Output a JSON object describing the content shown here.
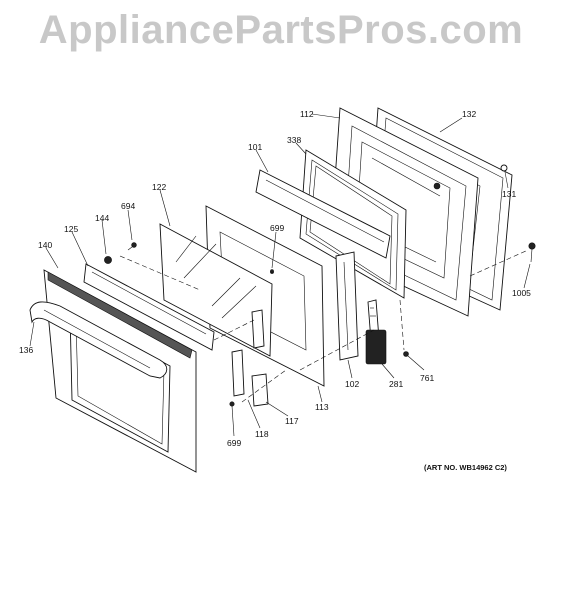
{
  "watermark": "AppliancePartsPros.com",
  "art_number": "(ART NO. WB14962 C2)",
  "labels": {
    "l112": "112",
    "l132": "132",
    "l338": "338",
    "l101": "101",
    "l131": "131",
    "l122": "122",
    "l694": "694",
    "l144": "144",
    "l699a": "699",
    "l140": "140",
    "l125": "125",
    "l1005": "1005",
    "l136": "136",
    "l113": "113",
    "l102": "102",
    "l281": "281",
    "l761": "761",
    "l117": "117",
    "l118": "118",
    "l699b": "699"
  }
}
